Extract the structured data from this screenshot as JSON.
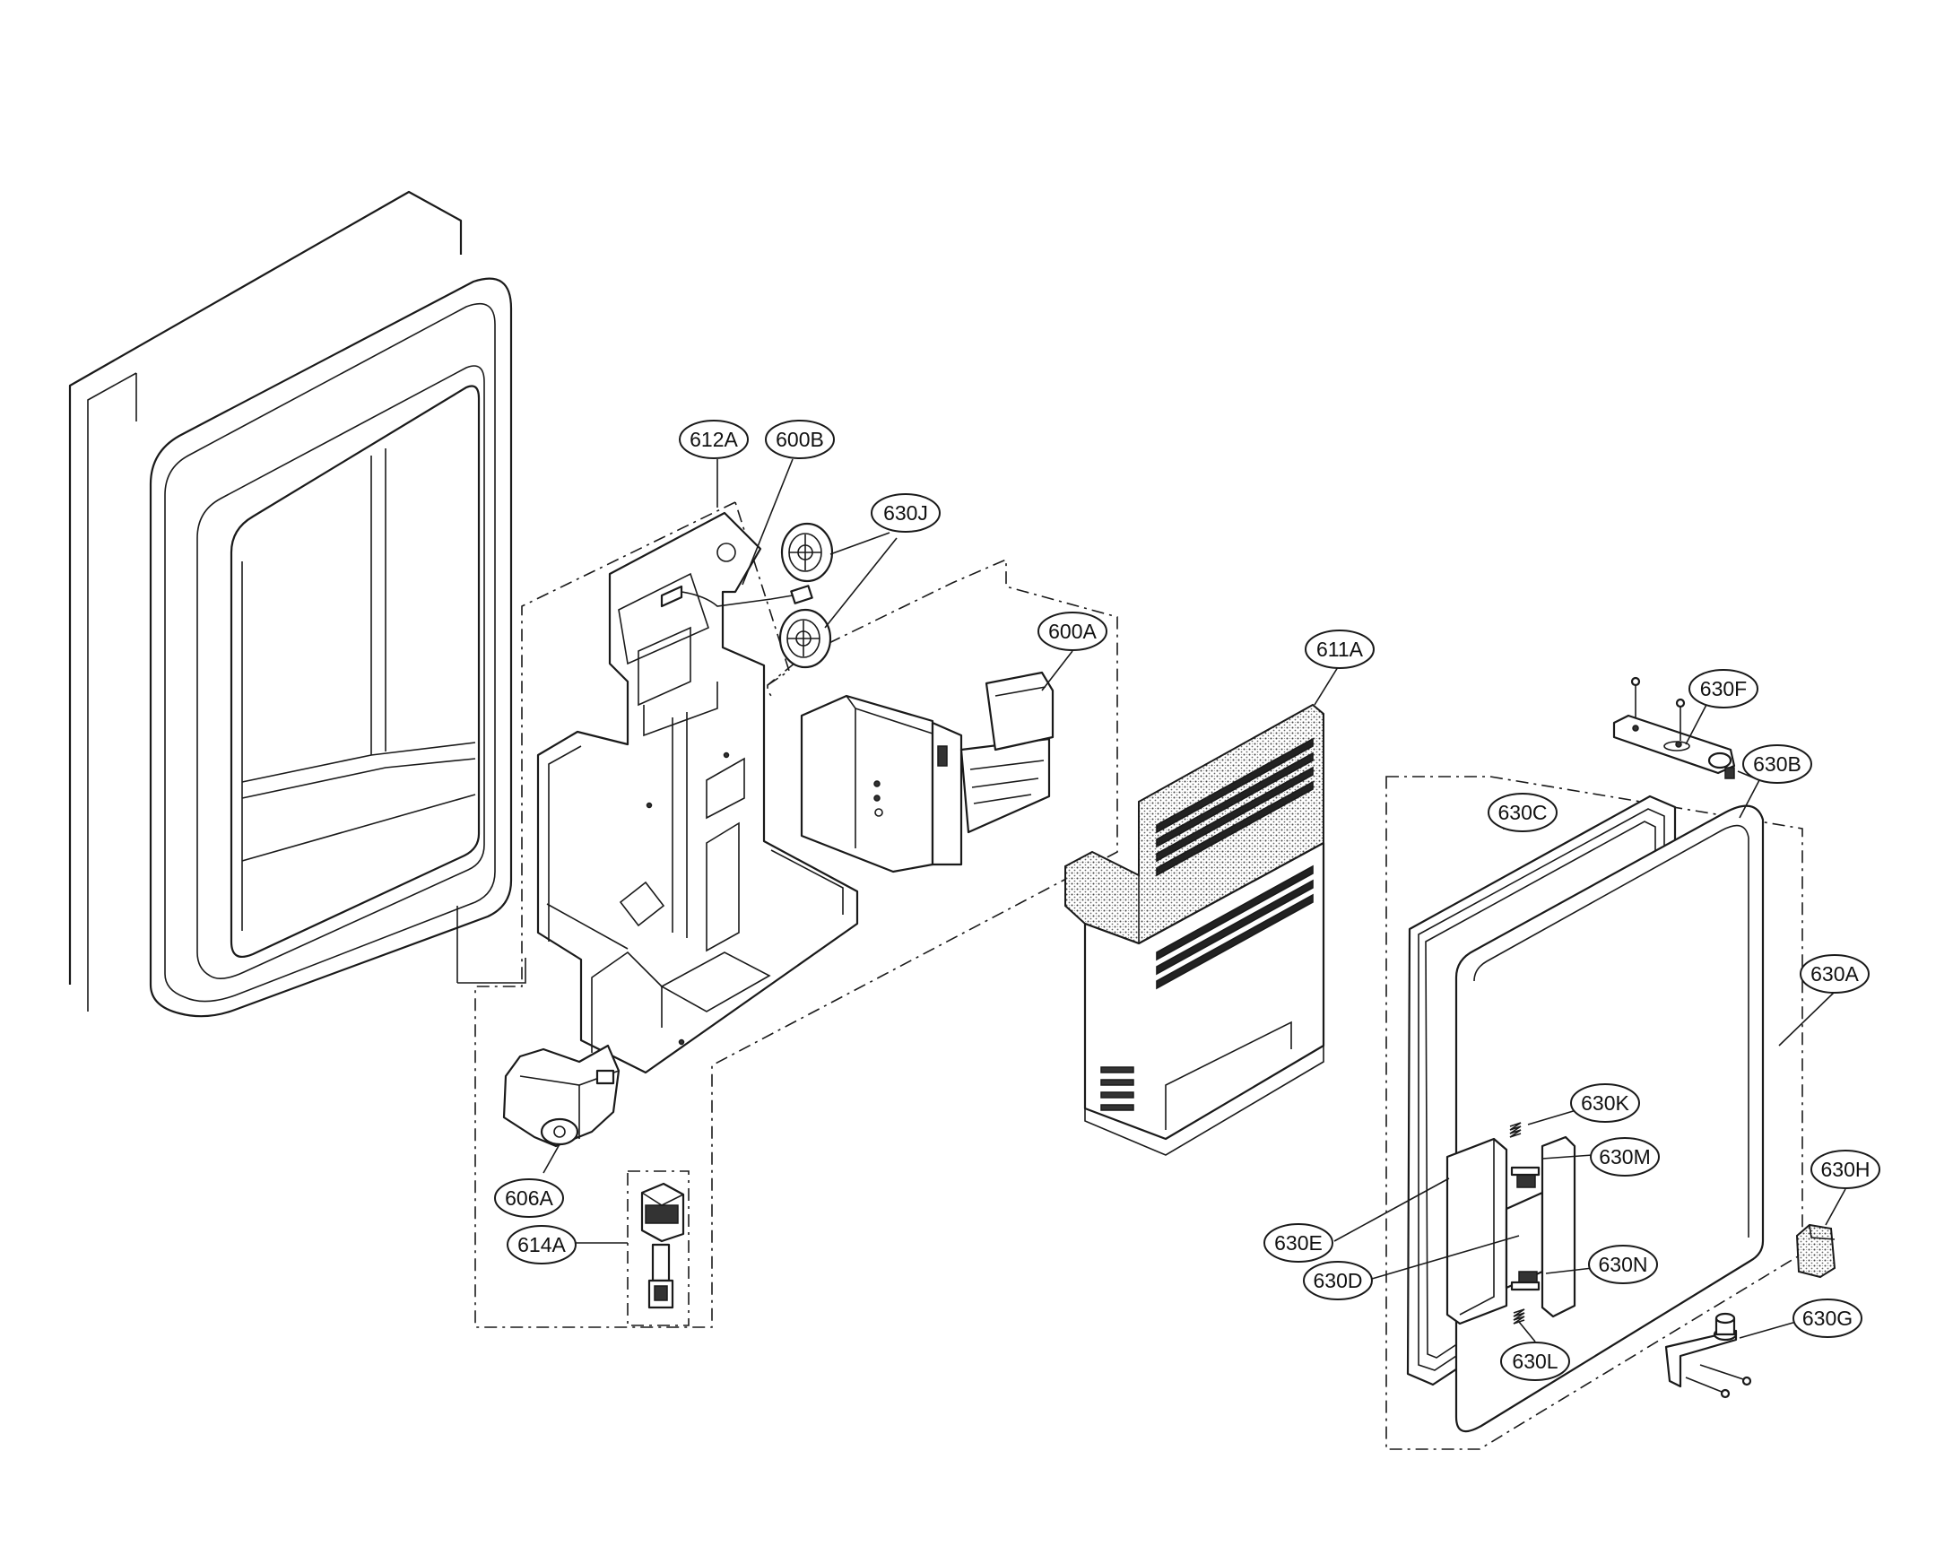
{
  "callouts": [
    {
      "id": "612A",
      "label": "612A"
    },
    {
      "id": "600B",
      "label": "600B"
    },
    {
      "id": "630J",
      "label": "630J"
    },
    {
      "id": "600A",
      "label": "600A"
    },
    {
      "id": "611A",
      "label": "611A"
    },
    {
      "id": "630F",
      "label": "630F"
    },
    {
      "id": "630B",
      "label": "630B"
    },
    {
      "id": "630C",
      "label": "630C"
    },
    {
      "id": "630A",
      "label": "630A"
    },
    {
      "id": "630K",
      "label": "630K"
    },
    {
      "id": "630M",
      "label": "630M"
    },
    {
      "id": "630H",
      "label": "630H"
    },
    {
      "id": "630E",
      "label": "630E"
    },
    {
      "id": "630D",
      "label": "630D"
    },
    {
      "id": "630N",
      "label": "630N"
    },
    {
      "id": "630G",
      "label": "630G"
    },
    {
      "id": "630L",
      "label": "630L"
    },
    {
      "id": "606A",
      "label": "606A"
    },
    {
      "id": "614A",
      "label": "614A"
    }
  ],
  "colors": {
    "line": "#1a1a1a",
    "background": "#ffffff"
  }
}
